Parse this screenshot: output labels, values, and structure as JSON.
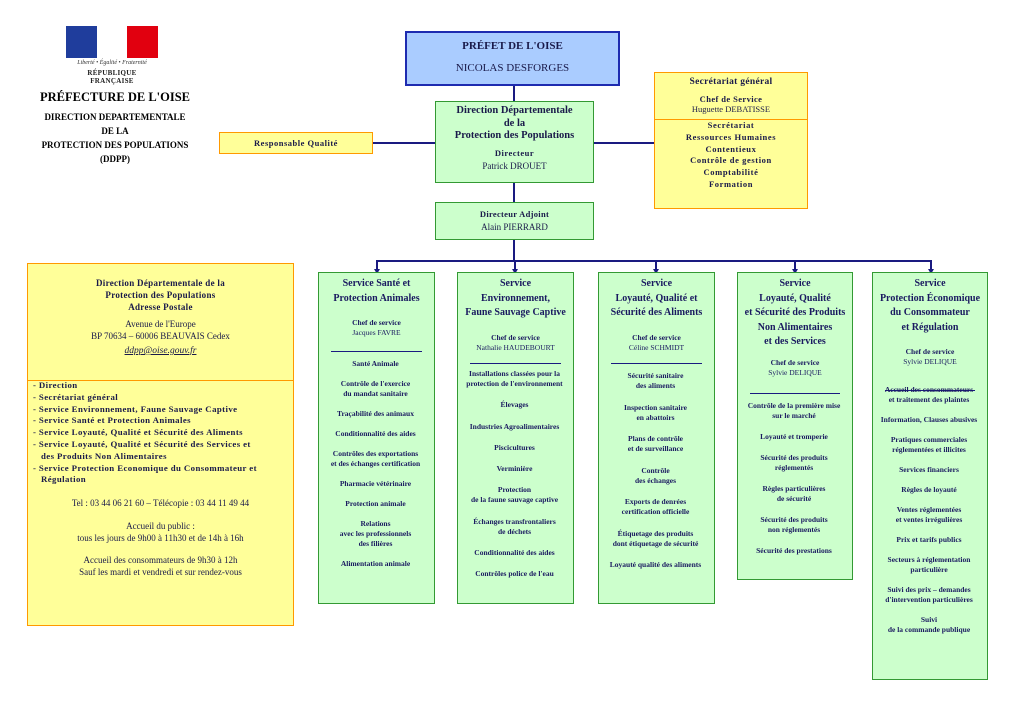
{
  "logo": {
    "motto": "Liberté • Égalité • Fraternité",
    "republique": "RÉPUBLIQUE FRANÇAISE",
    "colors": [
      "#1f3d9c",
      "#ffffff",
      "#e1000f"
    ]
  },
  "prefecture": {
    "title": "PRÉFECTURE DE L'OISE",
    "subtitle_lines": [
      "DIRECTION DEPARTEMENTALE",
      "DE LA",
      "PROTECTION DES POPULATIONS",
      "(DDPP)"
    ]
  },
  "prefet": {
    "title": "PRÉFET DE L'OISE",
    "name": "NICOLAS DESFORGES"
  },
  "direction": {
    "title_lines": [
      "Direction Départementale",
      "de la",
      "Protection des Populations"
    ],
    "role": "Directeur",
    "name": "Patrick DROUET"
  },
  "adjoint": {
    "role": "Directeur Adjoint",
    "name": "Alain PIERRARD"
  },
  "qualite": {
    "label": "Responsable Qualité"
  },
  "secretariat": {
    "title": "Secrétariat général",
    "chef_role": "Chef de Service",
    "chef_name": "Huguette DEBATISSE",
    "items": [
      "Secrétariat",
      "Ressources Humaines",
      "Contentieux",
      "Contrôle de gestion",
      "Comptabilité",
      "Formation"
    ]
  },
  "info": {
    "lines": [
      "Direction Départementale de la",
      "Protection des Populations",
      "Adresse Postale"
    ],
    "address": [
      "Avenue de l'Europe",
      "BP 70634 – 60006 BEAUVAIS Cedex"
    ],
    "email": "ddpp@oise.gouv.fr",
    "list": [
      "- Direction",
      "- Secrétariat général",
      "- Service Environnement, Faune Sauvage Captive",
      "- Service Santé et Protection Animales",
      "- Service Loyauté, Qualité et Sécurité des Aliments",
      "- Service Loyauté, Qualité et Sécurité des Services et",
      "des Produits Non Alimentaires",
      "- Service Protection Economique du Consommateur et",
      "Régulation"
    ],
    "tel": "Tel : 03 44 06 21 60 – Télécopie : 03 44 11 49 44",
    "accueil_lines": [
      "Accueil du public :",
      "tous les jours de 9h00 à 11h30 et de 14h à 16h"
    ],
    "conso_lines": [
      "Accueil des consommateurs de 9h30 à 12h",
      "Sauf les mardi et vendredi et sur rendez-vous"
    ]
  },
  "services": [
    {
      "title_lines": [
        "Service Santé et",
        "Protection Animales"
      ],
      "chef_role": "Chef de service",
      "chef_name": "Jacques FAVRE",
      "items": [
        [
          "Santé Animale"
        ],
        [
          "Contrôle de l'exercice",
          "du mandat sanitaire"
        ],
        [
          "Traçabilité des animaux"
        ],
        [
          "Conditionnalité des aides"
        ],
        [
          "Contrôles des exportations",
          "et des échanges certification"
        ],
        [
          "Pharmacie vétérinaire"
        ],
        [
          "Protection animale"
        ],
        [
          "Relations",
          "avec les professionnels",
          "des filières"
        ],
        [
          "Alimentation animale"
        ]
      ]
    },
    {
      "title_lines": [
        "Service",
        "Environnement,",
        "Faune Sauvage Captive"
      ],
      "chef_role": "Chef de service",
      "chef_name": "Nathalie HAUDEBOURT",
      "items": [
        [
          "Installations classées pour la",
          "protection de l'environnement"
        ],
        [
          "Élevages"
        ],
        [
          "Industries Agroalimentaires"
        ],
        [
          "Piscicultures"
        ],
        [
          "Verminière"
        ],
        [
          "Protection",
          "de la faune sauvage captive"
        ],
        [
          "Échanges transfrontaliers",
          "de déchets"
        ],
        [
          "Conditionnalité des aides"
        ],
        [
          "Contrôles police de l'eau"
        ]
      ]
    },
    {
      "title_lines": [
        "Service",
        "Loyauté, Qualité et",
        "Sécurité des Aliments"
      ],
      "chef_role": "Chef de service",
      "chef_name": "Céline SCHMIDT",
      "items": [
        [
          "Sécurité sanitaire",
          "des aliments"
        ],
        [
          "Inspection sanitaire",
          "en abattoirs"
        ],
        [
          "Plans de contrôle",
          "et de surveillance"
        ],
        [
          "Contrôle",
          "des échanges"
        ],
        [
          "Exports de denrées",
          "certification officielle"
        ],
        [
          "Étiquetage des produits",
          "dont étiquetage de sécurité"
        ],
        [
          "Loyauté qualité des aliments"
        ]
      ]
    },
    {
      "title_lines": [
        "Service",
        "Loyauté, Qualité",
        "et Sécurité des Produits",
        "Non Alimentaires",
        "et des Services"
      ],
      "chef_role": "Chef de service",
      "chef_name": "Sylvie DELIQUE",
      "items": [
        [
          "Contrôle de la première mise",
          "sur le marché"
        ],
        [
          "Loyauté et tromperie"
        ],
        [
          "Sécurité des produits",
          "réglementés"
        ],
        [
          "Règles particulières",
          "de sécurité"
        ],
        [
          "Sécurité des produits",
          "non réglementés"
        ],
        [
          "Sécurité des prestations"
        ]
      ]
    },
    {
      "title_lines": [
        "Service",
        "Protection Économique",
        "du Consommateur",
        "et Régulation"
      ],
      "chef_role": "Chef de service",
      "chef_name": "Sylvie DELIQUE",
      "items": [
        [
          "Accueil des consommateurs",
          "et traitement des plaintes"
        ],
        [
          "Information, Clauses abusives"
        ],
        [
          "Pratiques commerciales",
          "réglementées et illicites"
        ],
        [
          "Services financiers"
        ],
        [
          "Règles de loyauté"
        ],
        [
          "Ventes réglementées",
          "et ventes irrégulières"
        ],
        [
          "Prix et tarifs publics"
        ],
        [
          "Secteurs à réglementation",
          "particulière"
        ],
        [
          "Suivi des prix – demandes",
          "d'intervention particulières"
        ],
        [
          "Suivi",
          "de la commande publique"
        ]
      ]
    }
  ]
}
